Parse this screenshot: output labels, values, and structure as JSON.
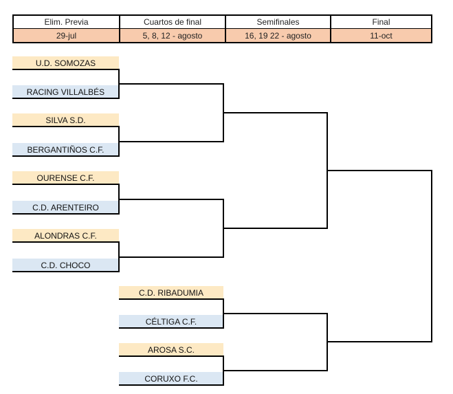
{
  "header": {
    "rounds": [
      "Elim. Previa",
      "Cuartos de final",
      "Semifinales",
      "Final"
    ],
    "dates": [
      "29-jul",
      "5, 8, 12 - agosto",
      "16, 19 22 - agosto",
      "11-oct"
    ]
  },
  "colors": {
    "header_dates_bg": "#f8cbad",
    "team_a_bg": "#fde9c4",
    "team_b_bg": "#dbe7f3",
    "line": "#000000"
  },
  "teams": {
    "somozas": "U.D. SOMOZAS",
    "villalbes": "RACING VILLALBÉS",
    "silva": "SILVA S.D.",
    "bergantinos": "BERGANTIÑOS C.F.",
    "ourense": "OURENSE C.F.",
    "arenteiro": "C.D. ARENTEIRO",
    "alondras": "ALONDRAS C.F.",
    "choco": "C.D. CHOCO",
    "ribadumia": "C.D. RIBADUMIA",
    "celtiga": "CÉLTIGA C.F.",
    "arosa": "AROSA S.C.",
    "coruxo": "CORUXO F.C."
  }
}
